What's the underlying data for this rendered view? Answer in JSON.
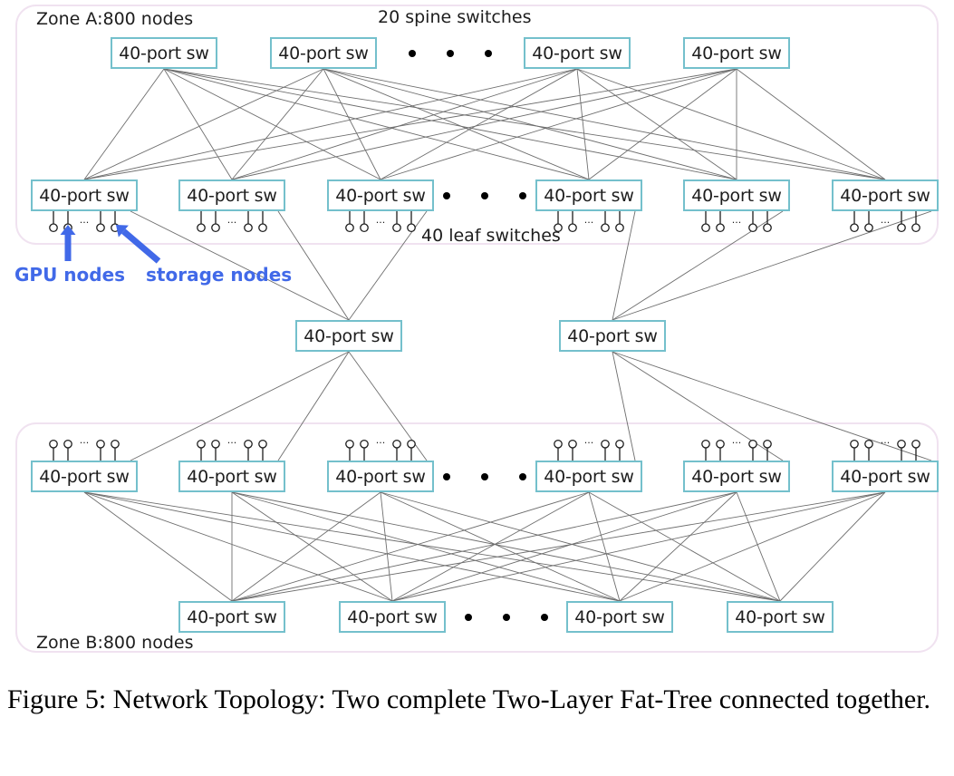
{
  "figure": {
    "caption": "Figure 5: Network Topology: Two complete Two-Layer Fat-Tree connected together.",
    "switch_label": "40-port sw"
  },
  "colors": {
    "switch_border": "#74c0cc",
    "zone_border": "#f0e2f0",
    "link": "#6e6e6e",
    "annotation": "#4169e8",
    "text": "#1d1d1d"
  },
  "labels": {
    "zone_a": "Zone A:800 nodes",
    "zone_b": "Zone B:800 nodes",
    "spine_count": "20 spine switches",
    "leaf_count": "40 leaf switches",
    "gpu_nodes": "GPU nodes",
    "storage_nodes": "storage nodes"
  },
  "zone_a": {
    "name": "Zone A",
    "node_total": "800 nodes",
    "spine_row": {
      "count_text": "20 spine switches",
      "switches": [
        "40-port sw",
        "40-port sw",
        "40-port sw",
        "40-port sw"
      ],
      "ellipsis_after_index": 1
    },
    "leaf_row": {
      "count_text": "40 leaf switches",
      "switches": [
        "40-port sw",
        "40-port sw",
        "40-port sw",
        "40-port sw",
        "40-port sw",
        "40-port sw"
      ],
      "ellipsis_after_index": 2,
      "endhosts_per_leaf": 4,
      "endhost_ellipsis_after_index": 1,
      "endhost_position": "below"
    }
  },
  "core_row": {
    "switches": [
      "40-port sw",
      "40-port sw"
    ]
  },
  "zone_b": {
    "name": "Zone B",
    "node_total": "800 nodes",
    "leaf_row": {
      "switches": [
        "40-port sw",
        "40-port sw",
        "40-port sw",
        "40-port sw",
        "40-port sw",
        "40-port sw"
      ],
      "ellipsis_after_index": 2,
      "endhosts_per_leaf": 4,
      "endhost_ellipsis_after_index": 1,
      "endhost_position": "above"
    },
    "spine_row": {
      "switches": [
        "40-port sw",
        "40-port sw",
        "40-port sw",
        "40-port sw"
      ],
      "ellipsis_after_index": 1
    }
  }
}
